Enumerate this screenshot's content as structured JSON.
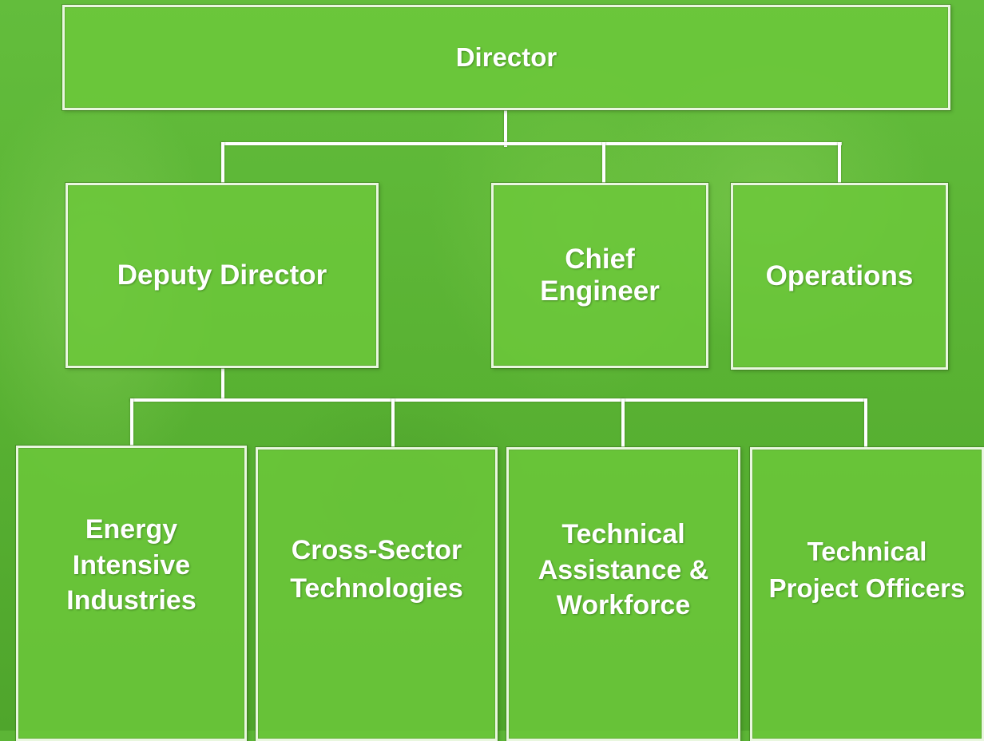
{
  "org_chart": {
    "director": "Director",
    "deputy_director": "Deputy Director",
    "chief_engineer": [
      "Chief",
      "Engineer"
    ],
    "operations": "Operations",
    "divisions": [
      [
        "Energy",
        "Intensive",
        "Industries"
      ],
      [
        "Cross-Sector",
        "Technologies"
      ],
      [
        "Technical",
        "Assistance &",
        "Workforce"
      ],
      [
        "Technical",
        "Project Officers"
      ]
    ]
  },
  "colors": {
    "background": "#5cb536",
    "box_fill": "#6cc83a",
    "border": "#e9f7df",
    "text": "#ffffff",
    "connector": "#ffffff"
  }
}
